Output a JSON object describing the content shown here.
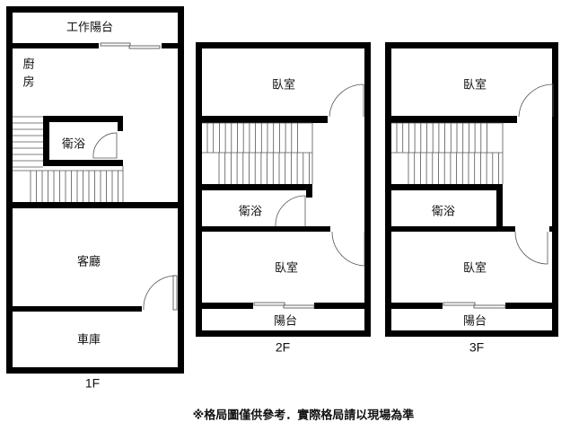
{
  "floor_1f": {
    "label": "1F",
    "rooms": {
      "work_balcony": "工作陽台",
      "kitchen_1": "廚",
      "kitchen_2": "房",
      "bathroom": "衛浴",
      "living_room": "客廳",
      "garage": "車庫"
    }
  },
  "floor_2f": {
    "label": "2F",
    "rooms": {
      "bedroom_top": "臥室",
      "bathroom": "衛浴",
      "bedroom_bottom": "臥室",
      "balcony": "陽台"
    }
  },
  "floor_3f": {
    "label": "3F",
    "rooms": {
      "bedroom_top": "臥室",
      "bathroom": "衛浴",
      "bedroom_bottom": "臥室",
      "balcony": "陽台"
    }
  },
  "disclaimer": "※格局圖僅供參考．實際格局請以現場為準"
}
